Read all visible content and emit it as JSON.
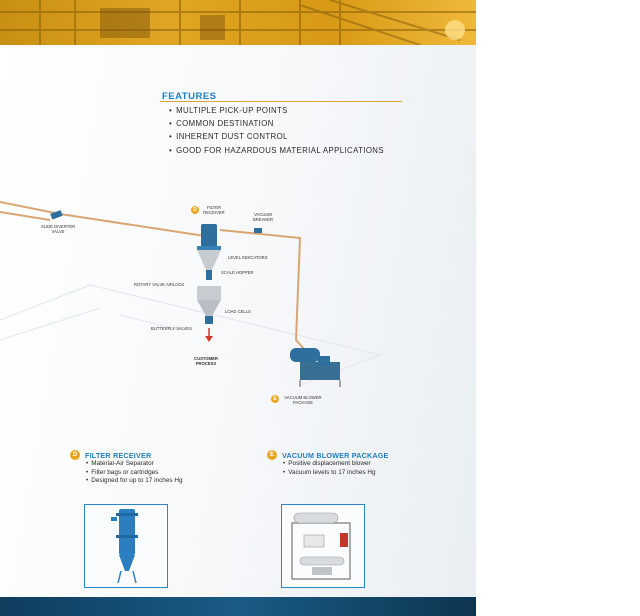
{
  "features": {
    "title": "FEATURES",
    "items": [
      "MULTIPLE PICK-UP POINTS",
      "COMMON DESTINATION",
      "INHERENT DUST CONTROL",
      "GOOD FOR HAZARDOUS MATERIAL APPLICATIONS"
    ]
  },
  "diagram": {
    "slide_diverter_valve": "SLIDE DIVERTER VALVE",
    "filter_receiver_badge": "D",
    "filter_receiver": "FILTER RECEIVER",
    "vacuum_breaker": "VACUUM BREAKER",
    "level_indicators": "LEVEL INDICATORS",
    "scale_hopper": "SCALE HOPPER",
    "rotary_valve_airlock": "ROTARY VALVE AIRLOCK",
    "load_cells": "LOAD CELLS",
    "butterfly_valves": "BUTTERFLY VALVES",
    "customer_process": "CUSTOMER PROCESS",
    "vacuum_blower_badge": "E",
    "vacuum_blower_package": "VACUUM BLOWER PACKAGE"
  },
  "filter_receiver_section": {
    "badge": "D",
    "title": "FILTER RECEIVER",
    "items": [
      "Material-Air Separator",
      "Filter bags or cartridges",
      "Designed for up to 17 inches Hg"
    ]
  },
  "vacuum_blower_section": {
    "badge": "E",
    "title": "VACUUM BLOWER PACKAGE",
    "items": [
      "Positive displacement blower",
      "Vacuum levels to 17 inches Hg"
    ]
  },
  "colors": {
    "accent_blue": "#1f7dbd",
    "accent_orange": "#e8a623",
    "equipment_blue": "#2e6f9e"
  }
}
